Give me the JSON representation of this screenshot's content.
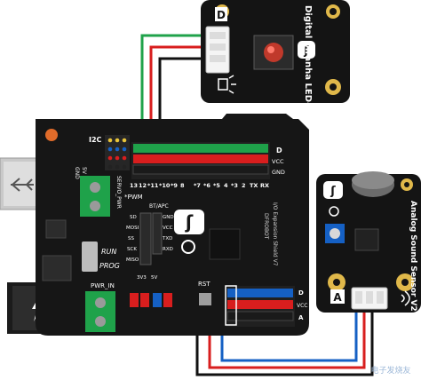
{
  "led_module": {
    "title": "Digital piranha LED-R",
    "port": "D"
  },
  "board": {
    "pwm_label": "*PWM",
    "i2c_label": "I2C",
    "pin_labels_top": [
      "13",
      "12",
      "*11",
      "*10",
      "*9",
      "8",
      "*7",
      "*6",
      "*5",
      "4",
      "*3",
      "2",
      "TX",
      "RX"
    ],
    "row_labels_top": [
      "D",
      "VCC",
      "GND"
    ],
    "row_labels_bottom": [
      "D",
      "VCC",
      "A"
    ],
    "side_labels": [
      "SERVO_PWR"
    ],
    "run_label": "RUN",
    "prog_label": "PROG",
    "pwr_in_label": "PWR_IN",
    "bt_label": "BT/APC",
    "spi_labels": [
      "SD",
      "MOSI",
      "SS",
      "SCK",
      "MISO"
    ],
    "apc_labels": [
      "GND",
      "VCC",
      "TXD",
      "RXD"
    ],
    "rst_label": "RST",
    "v_labels": [
      "3V3",
      "5V"
    ],
    "shield_name": "I/O Expansion Shield V7",
    "brand": "DFROBOT",
    "gnd_v": [
      "GND",
      "5V"
    ]
  },
  "sound_module": {
    "title": "Analog Sound Sensor V2",
    "port": "A"
  },
  "watermark": "电子发烧友"
}
